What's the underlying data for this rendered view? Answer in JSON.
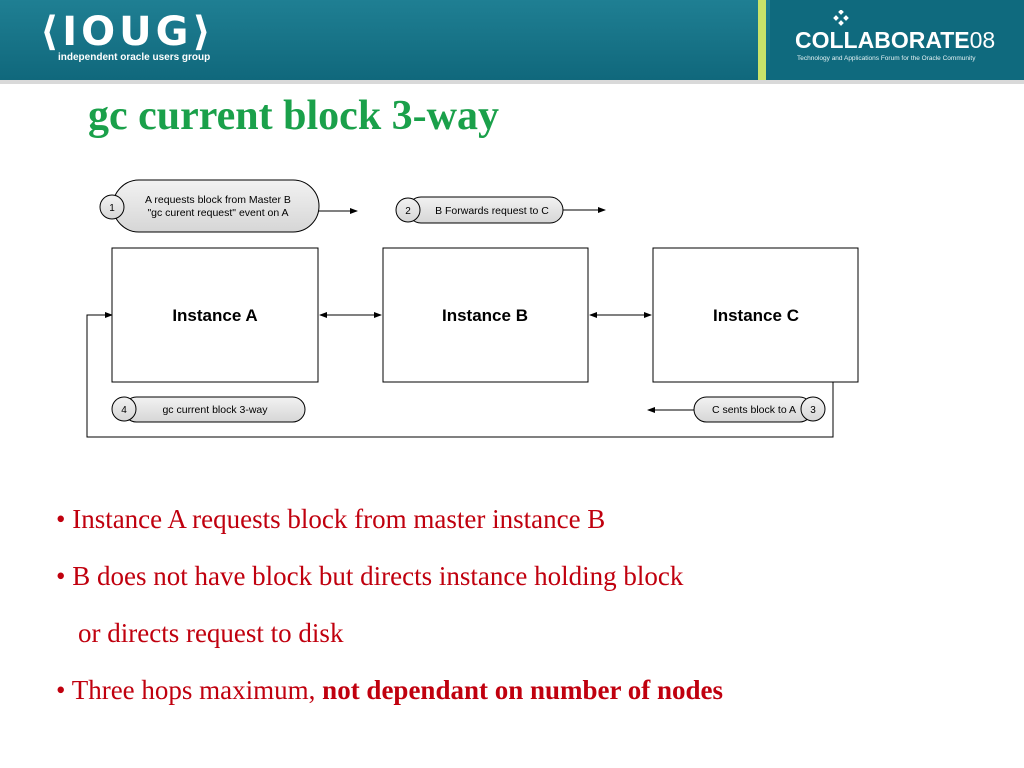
{
  "header": {
    "logo_left_text": "IOUG",
    "logo_left_brackets": [
      "⟨",
      "⟩"
    ],
    "logo_left_subtitle": "independent oracle users group",
    "logo_right_text_main": "COLLABORATE",
    "logo_right_text_year": "08",
    "logo_right_subtitle": "Technology and Applications Forum for the Oracle Community",
    "colors": {
      "banner": "#10687c",
      "accent": "#c9e36a"
    }
  },
  "slide": {
    "title": "gc current block 3-way",
    "title_color": "#1aa04a"
  },
  "diagram": {
    "instances": [
      {
        "label": "Instance A"
      },
      {
        "label": "Instance B"
      },
      {
        "label": "Instance C"
      }
    ],
    "steps": [
      {
        "number": "1",
        "line1": "A requests block from Master B",
        "line2": "\"gc curent  request\" event on  A"
      },
      {
        "number": "2",
        "line1": "B Forwards request to C"
      },
      {
        "number": "3",
        "line1": "C sents block to A"
      },
      {
        "number": "4",
        "line1": "gc current block 3-way"
      }
    ]
  },
  "bullets": [
    {
      "bullet": "•",
      "text": " Instance A requests block from master instance B"
    },
    {
      "bullet": "•",
      "text": " B does not have block but directs instance holding block"
    },
    {
      "bullet": "",
      "text": "or directs request to disk"
    },
    {
      "bullet": "•",
      "text": "  Three hops maximum, ",
      "bold": "not dependant on number of nodes"
    }
  ]
}
